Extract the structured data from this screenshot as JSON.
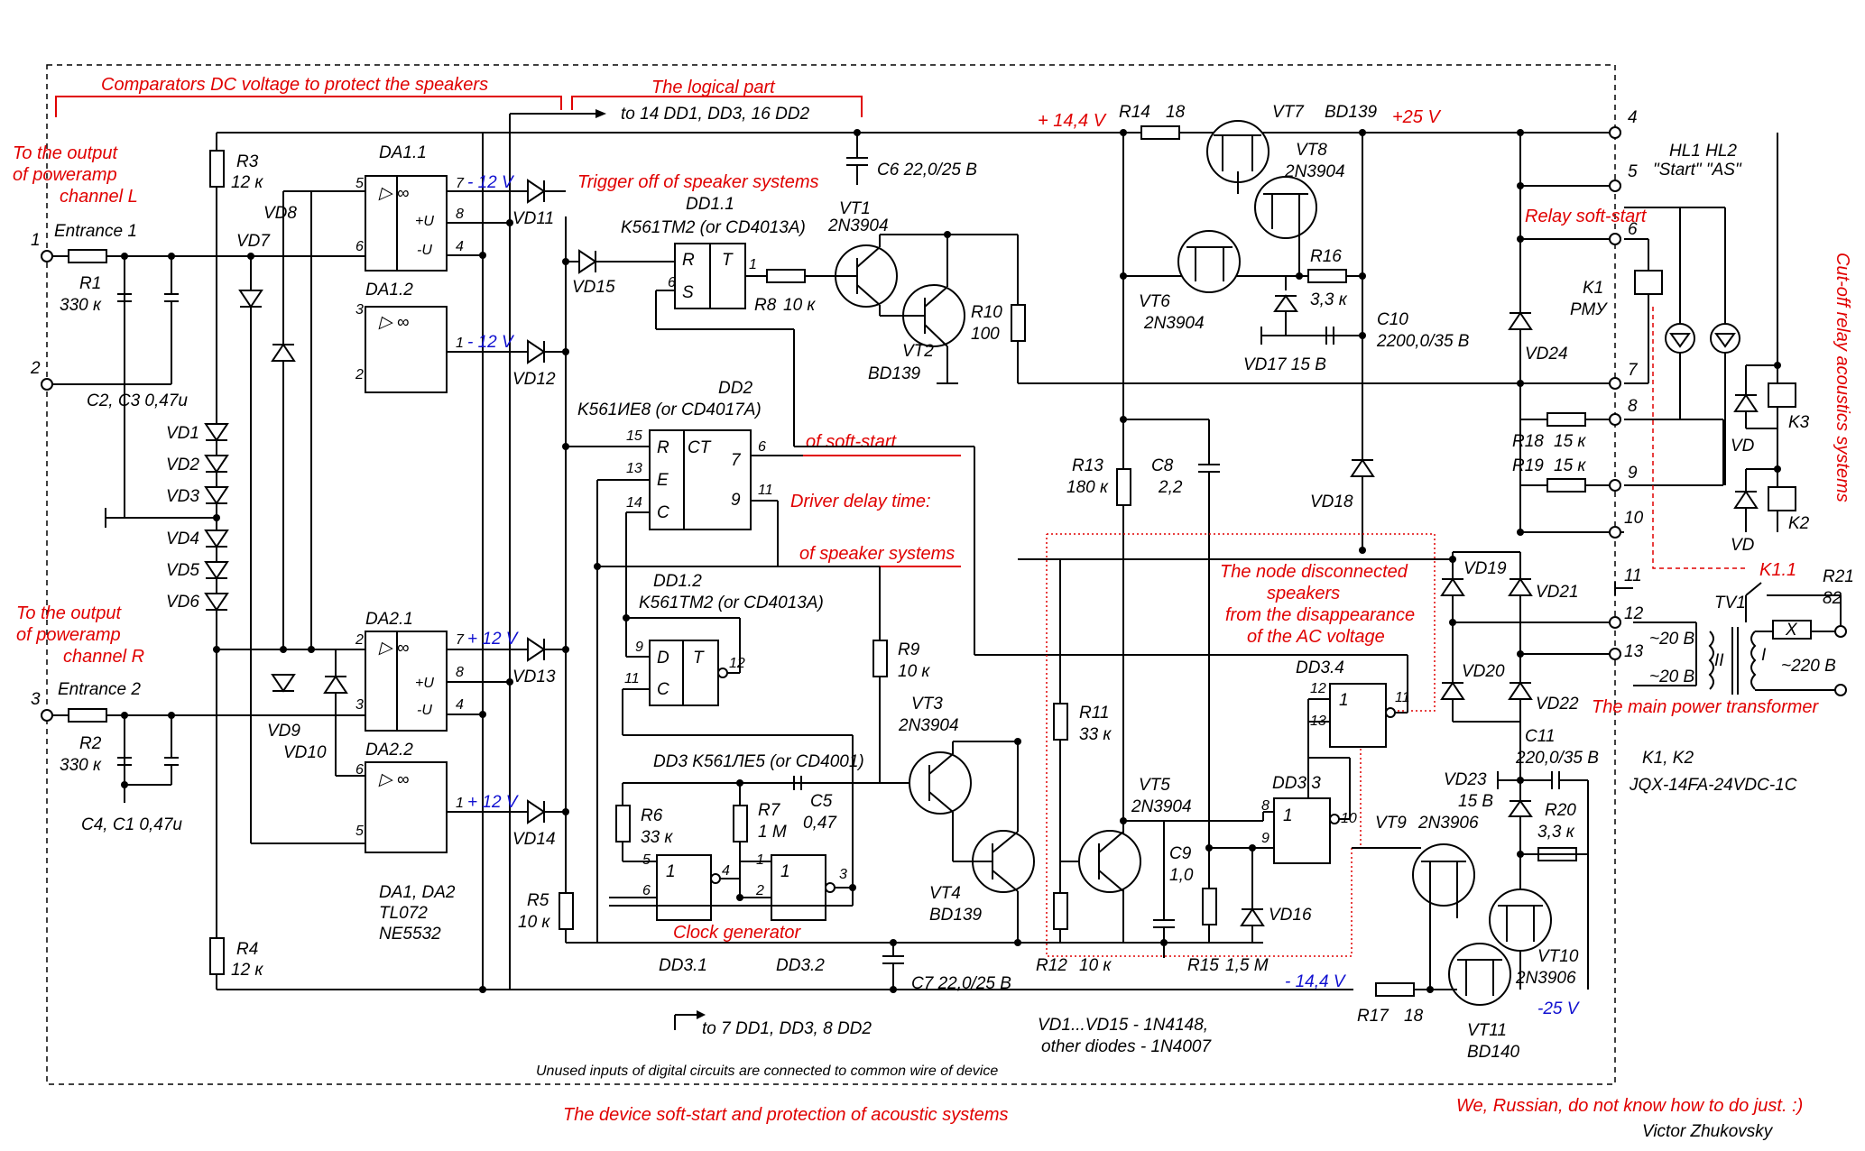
{
  "labels": {
    "comparators": "Comparators DC voltage to protect the speakers",
    "logical": "The logical part",
    "to14": "to 14 DD1, DD3, 16 DD2",
    "to7": "to 7 DD1, DD3, 8 DD2",
    "out_l": [
      "To the output",
      "of poweramp",
      "channel L"
    ],
    "out_r": [
      "To the output",
      "of poweramp",
      "channel R"
    ],
    "entrance1": "Entrance 1",
    "entrance2": "Entrance 2",
    "trigger_off": "Trigger off of speaker systems",
    "dd11": "DD1.1",
    "dd11_type": "K561TM2 (or CD4013A)",
    "dd2": "DD2",
    "dd2_type": "K561ИЕ8 (or CD4017A)",
    "of_soft_start": "of soft-start",
    "driver_delay": "Driver delay time:",
    "of_speaker_systems": "of speaker systems",
    "dd12": "DD1.2",
    "dd12_type": "K561TM2 (or CD4013A)",
    "dd3_type": "DD3 K561ЛЕ5 (or CD4001)",
    "clock_gen": "Clock generator",
    "dd31": "DD3.1",
    "dd32": "DD3.2",
    "da_types": [
      "DA1, DA2",
      "TL072",
      "NE5532"
    ],
    "relay_soft": "Relay soft-start",
    "cutoff": "Cut-off relay acoustics systems",
    "node_disc": [
      "The node disconnected",
      "speakers",
      "from the disappearance",
      "of the AC voltage"
    ],
    "main_tr": "The main power transformer",
    "k1k2": "K1, K2",
    "k1k2_type": "JQX-14FA-24VDC-1C",
    "diodes_note": [
      "VD1...VD15 - 1N4148,",
      "other diodes - 1N4007"
    ],
    "unused": "Unused inputs of digital circuits are connected to common wire of device",
    "title": "The device soft-start and protection of acoustic systems",
    "russian": "We, Russian, do not know how to do just. :)",
    "author": "Victor Zhukovsky",
    "hl": "HL1   HL2",
    "hl2": "\"Start\" \"AS\"",
    "k11": "K1.1"
  },
  "voltages": {
    "p144": "+ 14,4 V",
    "p25": "+25 V",
    "m144": "- 14,4 V",
    "m25": "-25 V",
    "p12": "+ 12 V",
    "m12": "- 12 V"
  },
  "components": {
    "R1": [
      "R1",
      "330 к"
    ],
    "R2": [
      "R2",
      "330 к"
    ],
    "R3": [
      "R3",
      "12 к"
    ],
    "R4": [
      "R4",
      "12 к"
    ],
    "R5": [
      "R5",
      "10 к"
    ],
    "R6": [
      "R6",
      "33 к"
    ],
    "R7": [
      "R7",
      "1 M"
    ],
    "R8": [
      "R8",
      "10 к"
    ],
    "R9": [
      "R9",
      "10 к"
    ],
    "R10": [
      "R10",
      "100"
    ],
    "R11": [
      "R11",
      "33 к"
    ],
    "R12": [
      "R12",
      "10 к"
    ],
    "R13": [
      "R13",
      "180 к"
    ],
    "R14": [
      "R14",
      "18"
    ],
    "R15": [
      "R15",
      "1,5 M"
    ],
    "R16": [
      "R16",
      "3,3 к"
    ],
    "R17": [
      "R17",
      "18"
    ],
    "R18": [
      "R18",
      "15 к"
    ],
    "R19": [
      "R19",
      "15 к"
    ],
    "R20": [
      "R20",
      "3,3 к"
    ],
    "R21": [
      "R21",
      "82"
    ],
    "C23": "C2,  C3   0,47u",
    "C41": "C4,  C1   0,47u",
    "C5": [
      "C5",
      "0,47"
    ],
    "C6": "C6  22,0/25 B",
    "C7": "C7  22,0/25 B",
    "C8": [
      "C8",
      "2,2"
    ],
    "C9": [
      "C9",
      "1,0"
    ],
    "C10": [
      "C10",
      "2200,0/35 B"
    ],
    "C11": [
      "C11",
      "220,0/35 B"
    ],
    "VT1": [
      "VT1",
      "2N3904"
    ],
    "VT2": [
      "VT2",
      "BD139"
    ],
    "VT3": [
      "VT3",
      "2N3904"
    ],
    "VT4": [
      "VT4",
      "BD139"
    ],
    "VT5": [
      "VT5",
      "2N3904"
    ],
    "VT6": [
      "VT6",
      "2N3904"
    ],
    "VT7": [
      "VT7",
      "BD139"
    ],
    "VT8": [
      "VT8",
      "2N3904"
    ],
    "VT9": [
      "VT9",
      "2N3906"
    ],
    "VT10": [
      "VT10",
      "2N3906"
    ],
    "VT11": [
      "VT11",
      "BD140"
    ],
    "VD17": "VD17 15 B",
    "VD23": [
      "VD23",
      "15 B"
    ],
    "K1": [
      "K1",
      "РМУ"
    ],
    "TV1": "TV1"
  },
  "pins": [
    "1",
    "2",
    "3",
    "4",
    "5",
    "6",
    "7",
    "8",
    "9",
    "10",
    "11",
    "12",
    "13"
  ],
  "transformer": [
    "~20 B",
    "~20 B",
    "~220 B",
    "II",
    "I"
  ]
}
